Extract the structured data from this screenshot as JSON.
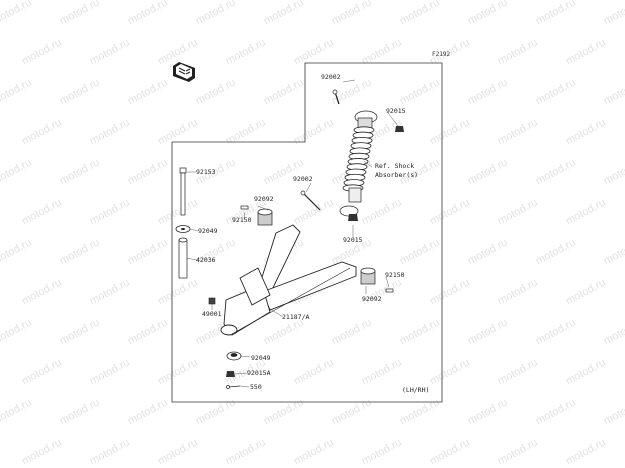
{
  "diagram": {
    "figure_code": "F2192",
    "side_note": "(LH/RH)",
    "reference_note": [
      "Ref. Shock",
      "Absorber(s)"
    ],
    "watermark": "motod.ru",
    "parts": [
      {
        "id": "92002-top",
        "number": "92002"
      },
      {
        "id": "92015-top",
        "number": "92015"
      },
      {
        "id": "92002-mid",
        "number": "92002"
      },
      {
        "id": "92015-mid",
        "number": "92015"
      },
      {
        "id": "92153",
        "number": "92153"
      },
      {
        "id": "92092-left",
        "number": "92092"
      },
      {
        "id": "92150-left",
        "number": "92150"
      },
      {
        "id": "92049-top",
        "number": "92049"
      },
      {
        "id": "42036",
        "number": "42036"
      },
      {
        "id": "92150-right",
        "number": "92150"
      },
      {
        "id": "92092-right",
        "number": "92092"
      },
      {
        "id": "49001",
        "number": "49001"
      },
      {
        "id": "21187A",
        "number": "21187/A"
      },
      {
        "id": "92049-bottom",
        "number": "92049"
      },
      {
        "id": "92015A",
        "number": "92015A"
      },
      {
        "id": "550",
        "number": "550"
      }
    ]
  }
}
